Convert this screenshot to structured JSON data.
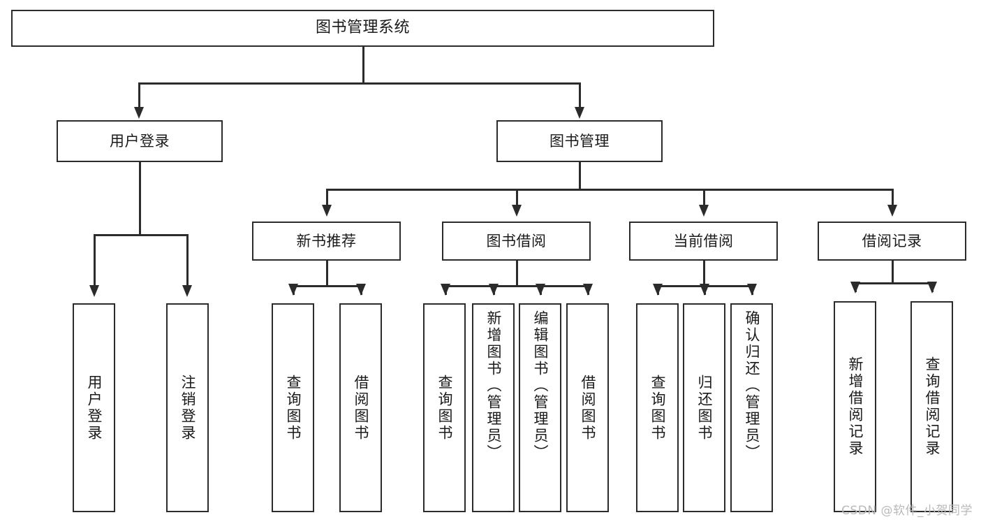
{
  "diagram": {
    "type": "tree",
    "title": "图书管理系统",
    "watermark": "CSDN @软件_小贺同学",
    "colors": {
      "stroke": "#2b2b2b",
      "background": "#ffffff",
      "text": "#1a1a1a",
      "watermark": "#b9b9b9"
    },
    "levels": [
      {
        "name": "root",
        "labels": [
          "图书管理系统"
        ]
      },
      {
        "name": "modules",
        "labels": [
          "用户登录",
          "图书管理"
        ]
      },
      {
        "name": "submodules",
        "labels": [
          "新书推荐",
          "图书借阅",
          "当前借阅",
          "借阅记录"
        ]
      },
      {
        "name": "functions",
        "labels": [
          "用户登录",
          "注销登录",
          "查询图书",
          "借阅图书",
          "查询图书",
          "新增图书（管理员）",
          "编辑图书（管理员）",
          "借阅图书",
          "查询图书",
          "归还图书",
          "确认归还（管理员）",
          "新增借阅记录",
          "查询借阅记录"
        ]
      }
    ],
    "nodes": {
      "root": {
        "label": "图书管理系统"
      },
      "user_login": {
        "label": "用户登录"
      },
      "book_manage": {
        "label": "图书管理"
      },
      "new_book_rec": {
        "label": "新书推荐"
      },
      "book_borrow": {
        "label": "图书借阅"
      },
      "current_borrow": {
        "label": "当前借阅"
      },
      "borrow_record": {
        "label": "借阅记录"
      },
      "leaf_user_login": {
        "label": "用户登录"
      },
      "leaf_logout": {
        "label": "注销登录"
      },
      "leaf_query_book_1": {
        "label": "查询图书"
      },
      "leaf_borrow_book_1": {
        "label": "借阅图书"
      },
      "leaf_query_book_2": {
        "label": "查询图书"
      },
      "leaf_add_book": {
        "label": "新增图书（管理员）"
      },
      "leaf_edit_book": {
        "label": "编辑图书（管理员）"
      },
      "leaf_borrow_book_2": {
        "label": "借阅图书"
      },
      "leaf_query_book_3": {
        "label": "查询图书"
      },
      "leaf_return_book": {
        "label": "归还图书"
      },
      "leaf_confirm_return": {
        "label": "确认归还（管理员）"
      },
      "leaf_add_record": {
        "label": "新增借阅记录"
      },
      "leaf_query_record": {
        "label": "查询借阅记录"
      }
    },
    "edges": [
      {
        "from": "root",
        "to": "user_login"
      },
      {
        "from": "root",
        "to": "book_manage"
      },
      {
        "from": "user_login",
        "to": "leaf_user_login"
      },
      {
        "from": "user_login",
        "to": "leaf_logout"
      },
      {
        "from": "book_manage",
        "to": "new_book_rec"
      },
      {
        "from": "book_manage",
        "to": "book_borrow"
      },
      {
        "from": "book_manage",
        "to": "current_borrow"
      },
      {
        "from": "book_manage",
        "to": "borrow_record"
      },
      {
        "from": "new_book_rec",
        "to": "leaf_query_book_1"
      },
      {
        "from": "new_book_rec",
        "to": "leaf_borrow_book_1"
      },
      {
        "from": "book_borrow",
        "to": "leaf_query_book_2"
      },
      {
        "from": "book_borrow",
        "to": "leaf_add_book"
      },
      {
        "from": "book_borrow",
        "to": "leaf_edit_book"
      },
      {
        "from": "book_borrow",
        "to": "leaf_borrow_book_2"
      },
      {
        "from": "current_borrow",
        "to": "leaf_query_book_3"
      },
      {
        "from": "current_borrow",
        "to": "leaf_return_book"
      },
      {
        "from": "current_borrow",
        "to": "leaf_confirm_return"
      },
      {
        "from": "borrow_record",
        "to": "leaf_add_record"
      },
      {
        "from": "borrow_record",
        "to": "leaf_query_record"
      }
    ]
  }
}
